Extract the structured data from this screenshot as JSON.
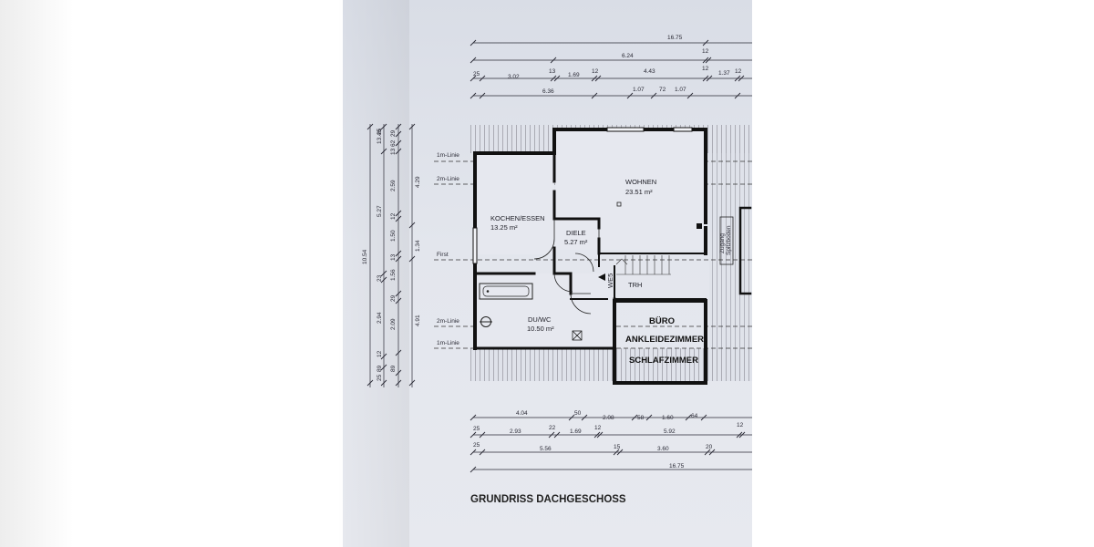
{
  "title": "GRUNDRISS DACHGESCHOSS",
  "rooms": {
    "kochen": {
      "name": "KOCHEN/ESSEN",
      "area": "13.25 m²"
    },
    "wohnen": {
      "name": "WOHNEN",
      "area": "23.51 m²"
    },
    "diele": {
      "name": "DIELE",
      "area": "5.27 m²"
    },
    "duwc": {
      "name": "DU/WC",
      "area": "10.50 m²"
    },
    "trh": {
      "name": "TRH"
    },
    "we": {
      "name": "WE5"
    },
    "buero": {
      "lines": [
        "BÜRO",
        "ANKLEIDEZIMMER",
        "SCHLAFZIMMER"
      ]
    },
    "spitzboden": {
      "lines": [
        "Zugang",
        "Spitzboden"
      ]
    }
  },
  "line_labels": {
    "line1m_top": "1m-Linie",
    "line2m_top": "2m-Linie",
    "first": "First",
    "line2m_bottom": "2m-Linie",
    "line1m_bottom": "1m-Linie"
  },
  "dims_top": {
    "row1": [
      "16.75"
    ],
    "row2": [
      "6.24",
      "12"
    ],
    "row3": [
      "25",
      "3.02",
      "13",
      "1.69",
      "12",
      "4.43",
      "12",
      "1.37",
      "12"
    ],
    "row4": [
      "6.36",
      "1.07",
      "72",
      "1.07"
    ]
  },
  "dims_bottom": {
    "row1": [
      "4.04",
      "50",
      "2.08",
      "58",
      "1.60",
      "64"
    ],
    "row2": [
      "25",
      "2.93",
      "22",
      "1.69",
      "12",
      "5.92",
      "12"
    ],
    "row3": [
      "25",
      "5.56",
      "15",
      "3.60",
      "20"
    ],
    "row4": [
      "16.75"
    ]
  },
  "dims_left": {
    "outer": [
      "10.54"
    ],
    "col2": [
      "13.46",
      "5.27",
      "23",
      "2.94",
      "12",
      "25"
    ],
    "col3": [
      "29",
      "25",
      "62",
      "13",
      "12",
      "1.50",
      "13",
      "1.56",
      "29",
      "2.09",
      "89",
      "89"
    ],
    "col4": [
      "4.29",
      "1.34",
      "4.91"
    ],
    "col_mid": [
      "2.59"
    ]
  }
}
